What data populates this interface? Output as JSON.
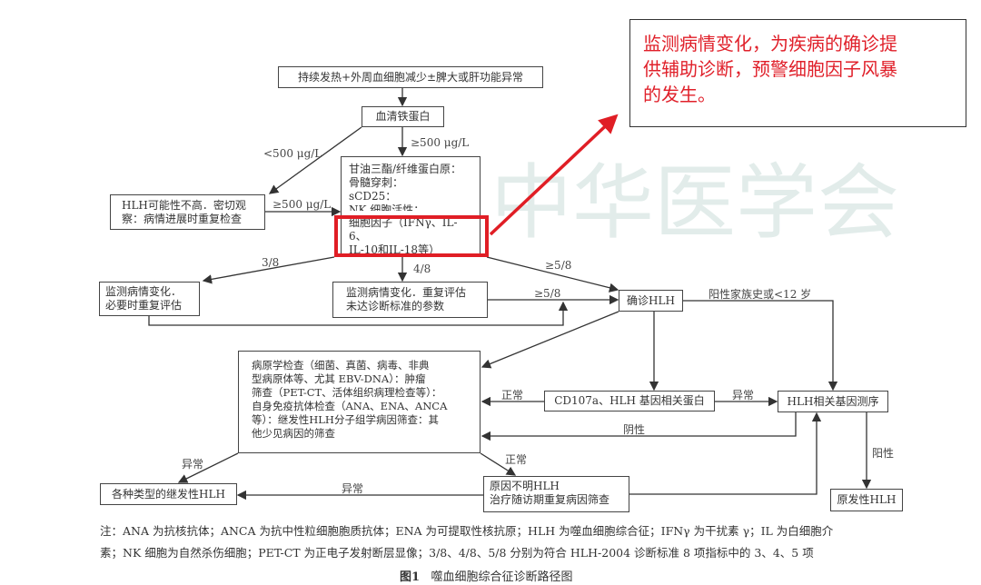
{
  "colors": {
    "highlight": "#e01e25",
    "callout_text": "#e0202a",
    "line": "#333333"
  },
  "callout": {
    "lines": [
      "监测病情变化，为疾病的确诊提",
      "供辅助诊断，预警细胞因子风暴",
      "的发生。"
    ]
  },
  "watermark": [
    "中",
    "华",
    "医",
    "学",
    "会"
  ],
  "nodes": {
    "start": "持续发热+外周血细胞减少±脾大或肝功能异常",
    "ferritin": "血清铁蛋白",
    "low_prob": [
      "HLH可能性不高．密切观",
      "察：病情进展时重复检查"
    ],
    "tests": [
      "甘油三酯/纤维蛋白原：",
      "骨髓穿刺：",
      "sCD25：",
      "NK 细胞活性："
    ],
    "cytokines": [
      "细胞因子（IFNγ、IL-6、",
      "IL-10和IL-18等）"
    ],
    "monitor_3": [
      "监测病情变化．",
      "必要时重复评估"
    ],
    "monitor_4": [
      "监测病情变化．重复评估",
      "未达诊断标准的参数"
    ],
    "confirmed": "确诊HLH",
    "etiology": [
      "病原学检查（细菌、真菌、病毒、非典",
      "型病原体等、尤其 EBV-DNA）：肿瘤",
      "筛查（PET-CT、活体组织病理检查等）：",
      "自身免疫抗体检查（ANA、ENA、ANCA",
      "等）：继发性HLH分子组学病因筛查：其",
      "他少见病因的筛查"
    ],
    "cd107a": "CD107a、HLH 基因相关蛋白",
    "gene_seq": "HLH相关基因测序",
    "secondary": "各种类型的继发性HLH",
    "unknown": [
      "原因不明HLH",
      "治疗随访期重复病因筛查"
    ],
    "primary": "原发性HLH"
  },
  "edge_labels": {
    "lt500": "<500 μg/L",
    "ge500": "≥500 μg/L",
    "ge500b": "≥500 μg/L",
    "r38": "3/8",
    "r48": "4/8",
    "r58a": "≥5/8",
    "r58b": "≥5/8",
    "family": "阳性家族史或<12 岁",
    "normal1": "正常",
    "abnormal1": "异常",
    "negative": "阴性",
    "abnormal2": "异常",
    "normal2": "正常",
    "abnormal3": "异常",
    "positive": "阳性"
  },
  "notes": {
    "line1": "注：ANA 为抗核抗体；ANCA 为抗中性粒细胞胞质抗体；ENA 为可提取性核抗原；HLH 为噬血细胞综合征；IFNγ 为干扰素 γ；IL 为白细胞介",
    "line2": "素；NK 细胞为自然杀伤细胞；PET-CT 为正电子发射断层显像；3/8、4/8、5/8 分别为符合 HLH-2004 诊断标准 8 项指标中的 3、4、5 项",
    "caption_num": "图1",
    "caption": "噬血细胞综合征诊断路径图"
  }
}
